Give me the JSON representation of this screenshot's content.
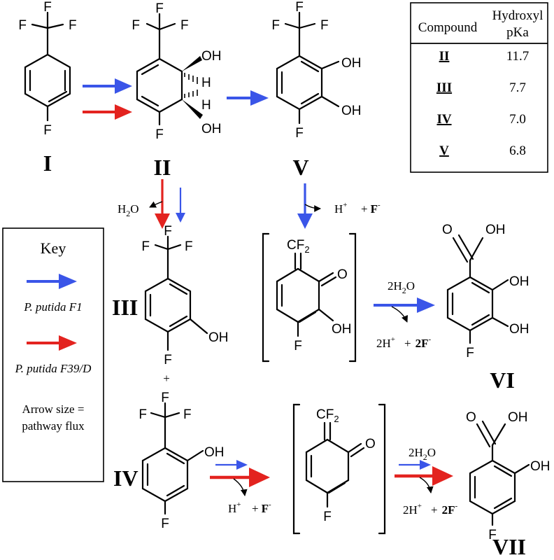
{
  "colors": {
    "f1": "#3a55e8",
    "f39d": "#e3231f",
    "ink": "#000000"
  },
  "labels": {
    "I": "I",
    "II": "II",
    "III": "III",
    "IV": "IV",
    "V": "V",
    "VI": "VI",
    "VII": "VII"
  },
  "atoms": {
    "F": "F",
    "OH": "OH",
    "H": "H",
    "O": "O",
    "CF2": "CF",
    "sub2": "2"
  },
  "table": {
    "header_compound": "Compound",
    "header_hydroxyl": "Hydroxyl",
    "header_pka": "pKa",
    "rows": [
      {
        "compound": "II",
        "pka": "11.7"
      },
      {
        "compound": "III",
        "pka": "7.7"
      },
      {
        "compound": "IV",
        "pka": "7.0"
      },
      {
        "compound": "V",
        "pka": "6.8"
      }
    ]
  },
  "key": {
    "title": "Key",
    "f1": "P. putida F1",
    "f39d": "P. putida F39/D",
    "size_line1": "Arrow size =",
    "size_line2": "pathway flux"
  },
  "byproducts": {
    "water_h": "H",
    "water_sub": "2",
    "water_o": "O",
    "proton_h": "H",
    "plus_sign": "+",
    "plus": "+",
    "fluoride_f": "F",
    "minus": "-",
    "two_water_pre": "2H",
    "two_water_sub": "2",
    "two_water_o": "O",
    "two_proton": "2H",
    "two_fluoride": "2F"
  }
}
